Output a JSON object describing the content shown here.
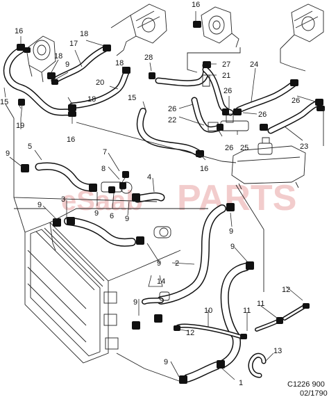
{
  "watermark": {
    "prefix": "eSaab",
    "main": "PARTS"
  },
  "drawing_code": "C1226 900",
  "drawing_date": "02/1790",
  "callouts": [
    "1",
    "2",
    "3",
    "4",
    "5",
    "6",
    "7",
    "8",
    "9",
    "10",
    "11",
    "12",
    "13",
    "14",
    "15",
    "16",
    "17",
    "18",
    "19",
    "20",
    "21",
    "22",
    "23",
    "24",
    "25",
    "26",
    "27",
    "28"
  ],
  "colors": {
    "ink": "#111111",
    "watermark": "#e8a3a3"
  }
}
